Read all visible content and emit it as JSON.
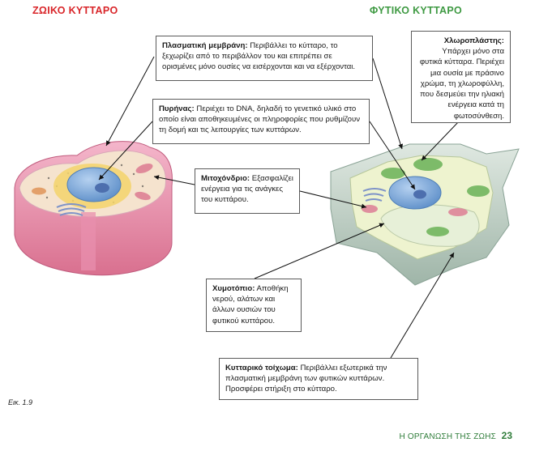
{
  "headings": {
    "animal_cell": "ΖΩΙΚΟ ΚΥΤΤΑΡΟ",
    "plant_cell": "ΦΥΤΙΚΟ ΚΥΤΤΑΡΟ"
  },
  "callouts": {
    "membrane": {
      "term": "Πλασματική μεμβράνη:",
      "text": " Περιβάλλει το κύτταρο, το ξεχωρίζει από το περιβάλλον του και επιτρέπει σε ορισμένες μόνο ουσίες να εισέρχονται και να εξέρχονται."
    },
    "nucleus": {
      "term": "Πυρήνας:",
      "text": " Περιέχει το DNA, δηλαδή το γενετικό υλικό στο οποίο είναι αποθηκευμένες οι πληροφορίες που ρυθμίζουν τη δομή και τις λειτουργίες των κυττάρων."
    },
    "mitochondrion": {
      "term": "Μιτοχόνδριο:",
      "text": " Εξασφαλίζει ενέργεια για τις ανάγκες του κυττάρου."
    },
    "chloroplast": {
      "term": "Χλωροπλάστης:",
      "text": " Υπάρχει μόνο στα φυτικά κύτταρα. Περιέχει μια ουσία με πράσινο χρώμα, τη χλωροφύλλη, που δεσμεύει την ηλιακή ενέργεια κατά τη φωτοσύνθεση."
    },
    "vacuole": {
      "term": "Χυμοτόπιο:",
      "text": " Αποθήκη νερού, αλάτων και άλλων ουσιών του φυτικού κυττάρου."
    },
    "cell_wall": {
      "term": "Κυτταρικό τοίχωμα:",
      "text": " Περιβάλλει εξωτερικά την πλασματική μεμβράνη των φυτικών κυττάρων. Προσφέρει στήριξη στο κύτταρο."
    }
  },
  "figure_label": "Εικ. 1.9",
  "footer": {
    "chapter_title": "Η ΟΡΓΑΝΩΣΗ ΤΗΣ ΖΩΗΣ",
    "page_number": "23"
  },
  "colors": {
    "animal_heading": "#d9262a",
    "plant_heading": "#3f9a43",
    "footer": "#2f7d3a",
    "animal_membrane": "#e58fb0",
    "nucleus": "#7aa6d6",
    "plant_wall": "#b9c9bf"
  }
}
